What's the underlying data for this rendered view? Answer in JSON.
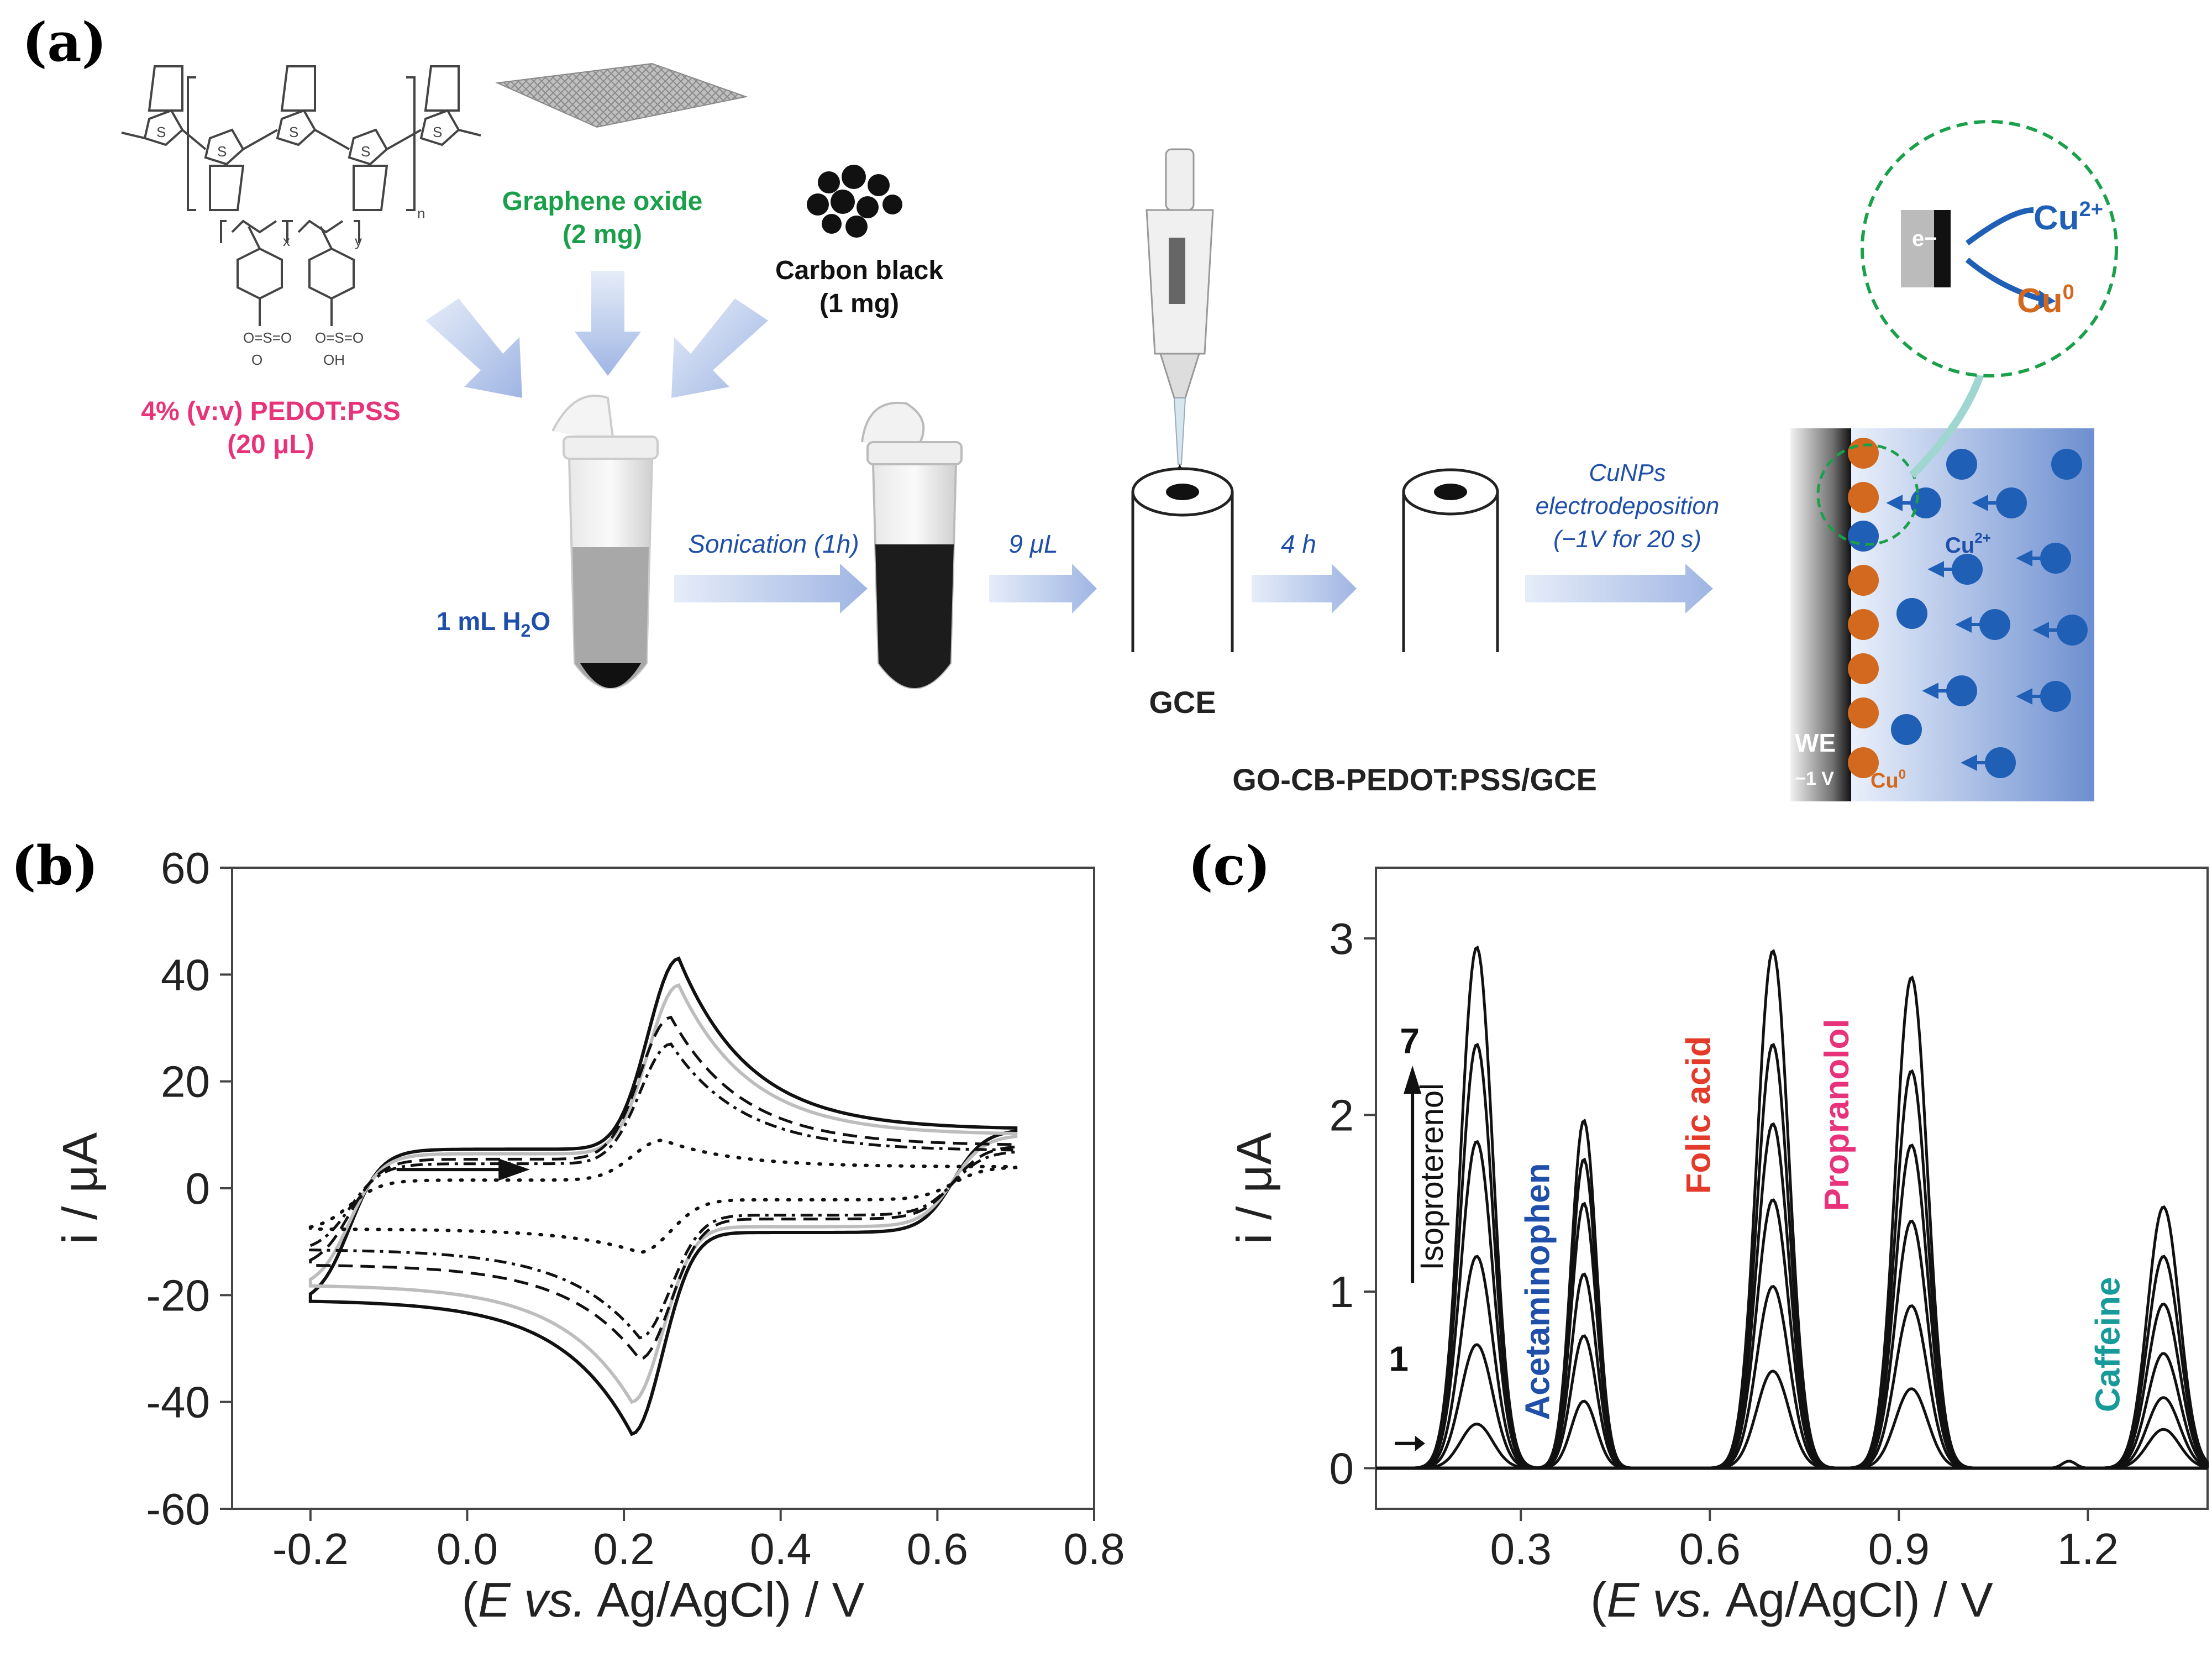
{
  "panels": {
    "a": "(a)",
    "b": "(b)",
    "c": "(c)"
  },
  "scheme": {
    "pedot_label_1": "4% (v:v) PEDOT:PSS",
    "pedot_label_2": "(20 μL)",
    "go_label_1": "Graphene oxide",
    "go_label_2": "(2 mg)",
    "cb_label_1": "Carbon black",
    "cb_label_2": "(1 mg)",
    "water_label": "1 mL H",
    "water_sub": "2",
    "water_end": "O",
    "sonication": "Sonication (1h)",
    "volume": "9 μL",
    "gce": "GCE",
    "time": "4 h",
    "cunps_1": "CuNPs",
    "cunps_2": "electrodeposition",
    "cunps_3": "(−1V for 20 s)",
    "electrode_name": "GO-CB-PEDOT:PSS/GCE",
    "we": "WE",
    "we_v": "−1 V",
    "cu0": "Cu",
    "cu0_sup": "0",
    "cu2": "Cu",
    "cu2_sup": "2+",
    "electron": "e−",
    "colors": {
      "green": "#1aa04a",
      "pink": "#e8337a",
      "blue": "#1f4fa8",
      "orange": "#d2691e",
      "teal": "#179a9a",
      "red": "#e33a2a",
      "arrow": "#a9bde6"
    }
  },
  "chart_data": [
    {
      "type": "line",
      "panel": "b",
      "xlabel_pre": "(",
      "xlabel_italic": "E vs.",
      "xlabel_post": " Ag/AgCl) / V",
      "ylabel": "i / μA",
      "xlim": [
        -0.3,
        0.8
      ],
      "ylim": [
        -60,
        60
      ],
      "xticks": [
        "-0.2",
        "0.0",
        "0.2",
        "0.4",
        "0.6",
        "0.8"
      ],
      "yticks": [
        "-60",
        "-40",
        "-20",
        "0",
        "20",
        "40",
        "60"
      ],
      "series": [
        {
          "style": "solid-black",
          "anodic_peak": [
            0.27,
            43
          ],
          "cathodic_peak": [
            0.21,
            -46
          ],
          "start": [
            -0.2,
            -22
          ],
          "end": [
            0.7,
            11
          ]
        },
        {
          "style": "solid-gray",
          "anodic_peak": [
            0.27,
            38
          ],
          "cathodic_peak": [
            0.21,
            -40
          ],
          "start": [
            -0.2,
            -19
          ],
          "end": [
            0.7,
            10
          ]
        },
        {
          "style": "dash",
          "anodic_peak": [
            0.26,
            32
          ],
          "cathodic_peak": [
            0.22,
            -32
          ],
          "start": [
            -0.2,
            -15
          ],
          "end": [
            0.7,
            8
          ]
        },
        {
          "style": "dashdot",
          "anodic_peak": [
            0.26,
            27
          ],
          "cathodic_peak": [
            0.22,
            -28
          ],
          "start": [
            -0.2,
            -12
          ],
          "end": [
            0.7,
            7
          ]
        },
        {
          "style": "dot",
          "anodic_peak": [
            0.25,
            9
          ],
          "cathodic_peak": [
            0.22,
            -12
          ],
          "start": [
            -0.2,
            -8
          ],
          "end": [
            0.7,
            4
          ]
        }
      ]
    },
    {
      "type": "line",
      "panel": "c",
      "xlabel_pre": "(",
      "xlabel_italic": "E vs.",
      "xlabel_post": " Ag/AgCl) / V",
      "ylabel": "i / μA",
      "xlim": [
        0.07,
        1.39
      ],
      "ylim": [
        -0.23,
        3.4
      ],
      "xticks": [
        "0.3",
        "0.6",
        "0.9",
        "1.2"
      ],
      "yticks": [
        "0",
        "1",
        "2",
        "3"
      ],
      "peaks": [
        {
          "name": "Isoproterenol",
          "center": 0.23,
          "heights": [
            0.25,
            0.7,
            1.2,
            1.85,
            2.4,
            2.95
          ]
        },
        {
          "name": "Acetaminophen",
          "center": 0.4,
          "heights": [
            0.38,
            0.75,
            1.1,
            1.5,
            1.75,
            1.97
          ]
        },
        {
          "name": "Folic acid",
          "center": 0.7,
          "heights": [
            0.55,
            1.03,
            1.52,
            1.95,
            2.4,
            2.93
          ]
        },
        {
          "name": "Propranolol",
          "center": 0.92,
          "heights": [
            0.45,
            0.92,
            1.4,
            1.83,
            2.25,
            2.78
          ]
        },
        {
          "name": "Caffeine",
          "center": 1.32,
          "heights": [
            0.22,
            0.4,
            0.65,
            0.93,
            1.2,
            1.48
          ]
        }
      ],
      "annotation_top": "7",
      "annotation_bottom": "1"
    }
  ]
}
